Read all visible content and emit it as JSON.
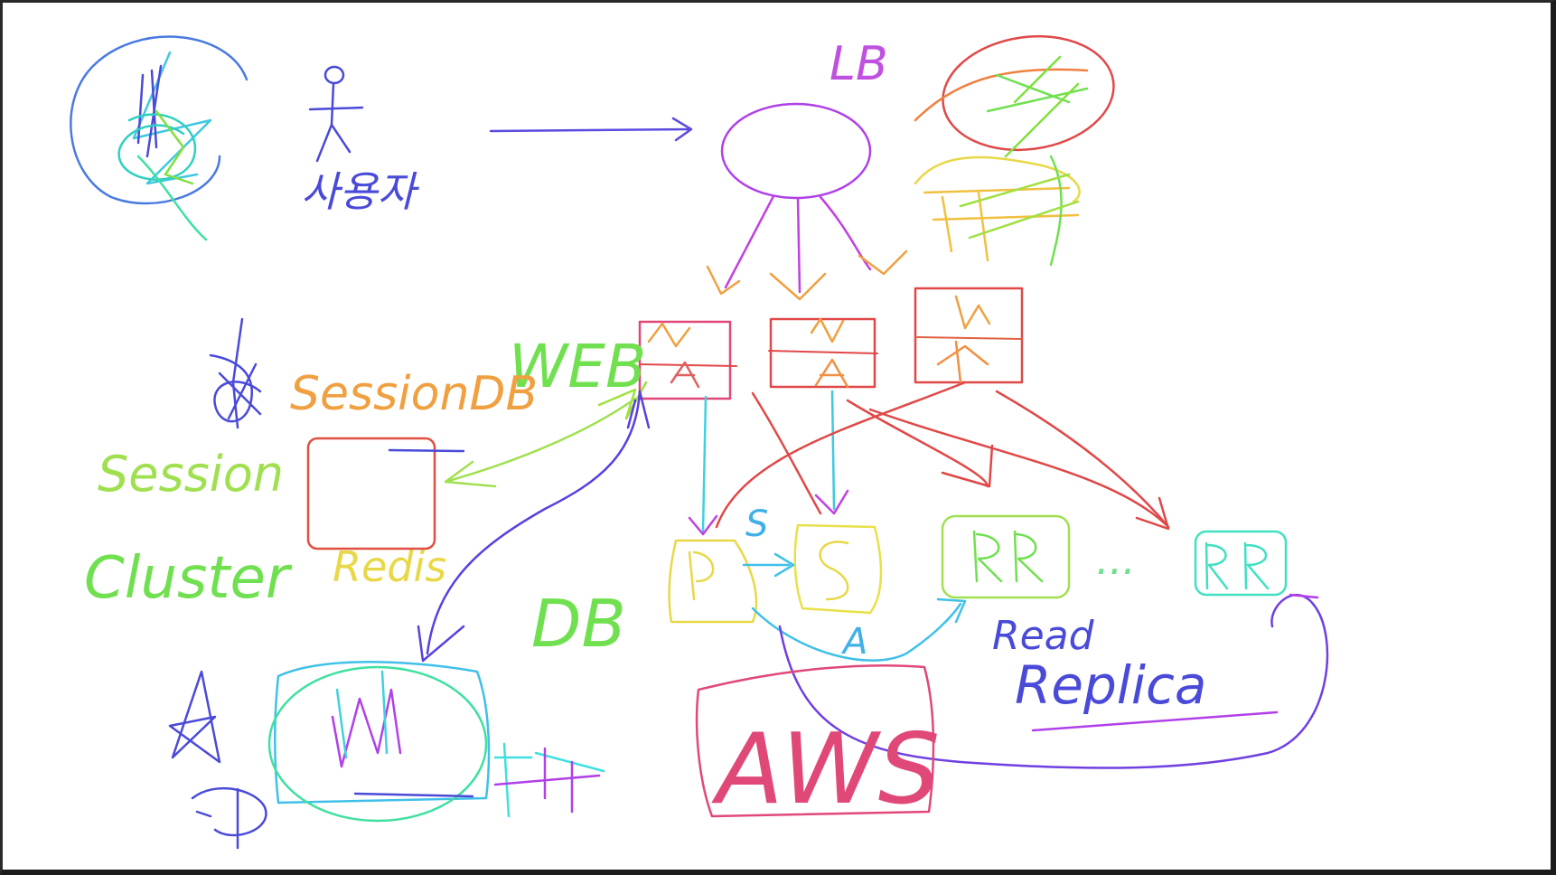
{
  "labels": {
    "lb": "LB",
    "user": "사용자",
    "session_db": "SessionDB",
    "session": "Session",
    "cluster": "Cluster",
    "redis": "Redis",
    "web": "WEB",
    "db": "DB",
    "read": "Read",
    "replica": "Replica",
    "aws": "AWS",
    "was": "WA",
    "primary": "P",
    "secondary": "S",
    "rr": "RR",
    "rr_dots": "...",
    "sync_s": "S",
    "async_a": "A",
    "side_a": "A",
    "m": "M"
  },
  "colors": {
    "blue": "#4a4ad8",
    "violet": "#b040e8",
    "red": "#e04848",
    "orange": "#f0a040",
    "yellow": "#e8d848",
    "green": "#70e050",
    "cyan": "#40d0e0",
    "teal": "#40e0c0"
  }
}
